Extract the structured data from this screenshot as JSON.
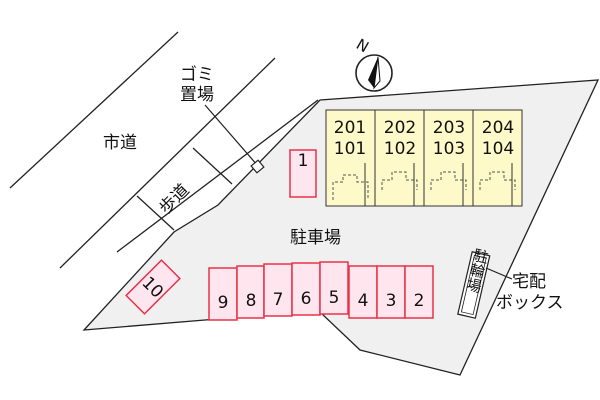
{
  "map": {
    "road_label": "市道",
    "sidewalk_label": "歩道",
    "parking_area_label": "駐車場",
    "garbage_label_line1": "ゴミ",
    "garbage_label_line2": "置場",
    "delivery_box_label_line1": "宅配",
    "delivery_box_label_line2": "ボックス",
    "bicycle_parking_label": "駐輪場",
    "north_label": "N",
    "units": [
      {
        "upper": "201",
        "lower": "101"
      },
      {
        "upper": "202",
        "lower": "102"
      },
      {
        "upper": "203",
        "lower": "103"
      },
      {
        "upper": "204",
        "lower": "104"
      }
    ],
    "parking_spaces": [
      "1",
      "2",
      "3",
      "4",
      "5",
      "6",
      "7",
      "8",
      "9",
      "10"
    ],
    "colors": {
      "building_fill": "#fdf9c8",
      "parking_space_fill": "#ffe6ee",
      "parking_space_stroke": "#e8324a",
      "lot_fill": "#f0f0f0"
    }
  }
}
